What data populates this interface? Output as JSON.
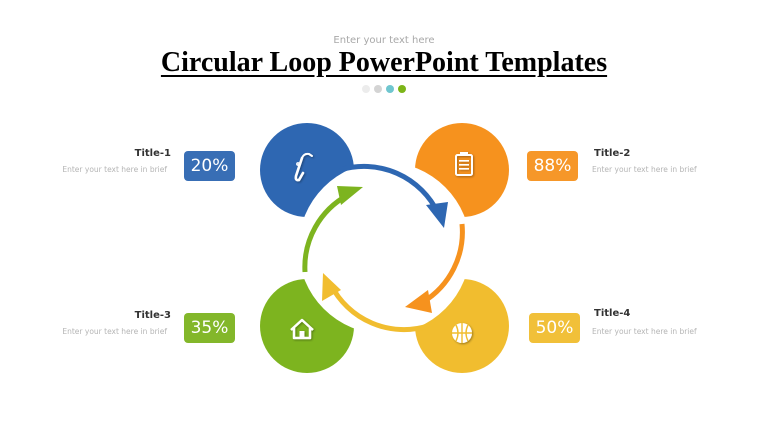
{
  "header": {
    "subtitle": "Enter your text here",
    "title": "Circular Loop PowerPoint Templates",
    "dots": [
      "#ececec",
      "#d4d4d4",
      "#6fc6cf",
      "#7cb518"
    ]
  },
  "colors": {
    "blue": "#2e67b2",
    "orange": "#f6921e",
    "green": "#7db41f",
    "yellow": "#f1bd2f"
  },
  "items": [
    {
      "title": "Title-1",
      "desc": "Enter your text here in brief",
      "value": "20%",
      "icon": "saxophone-icon",
      "color": "#2e67b2"
    },
    {
      "title": "Title-2",
      "desc": "Enter your text here in brief",
      "value": "88%",
      "icon": "clipboard-icon",
      "color": "#f6921e"
    },
    {
      "title": "Title-3",
      "desc": "Enter your text here in brief",
      "value": "35%",
      "icon": "home-icon",
      "color": "#7db41f"
    },
    {
      "title": "Title-4",
      "desc": "Enter your text here in brief",
      "value": "50%",
      "icon": "basketball-icon",
      "color": "#f1bd2f"
    }
  ]
}
